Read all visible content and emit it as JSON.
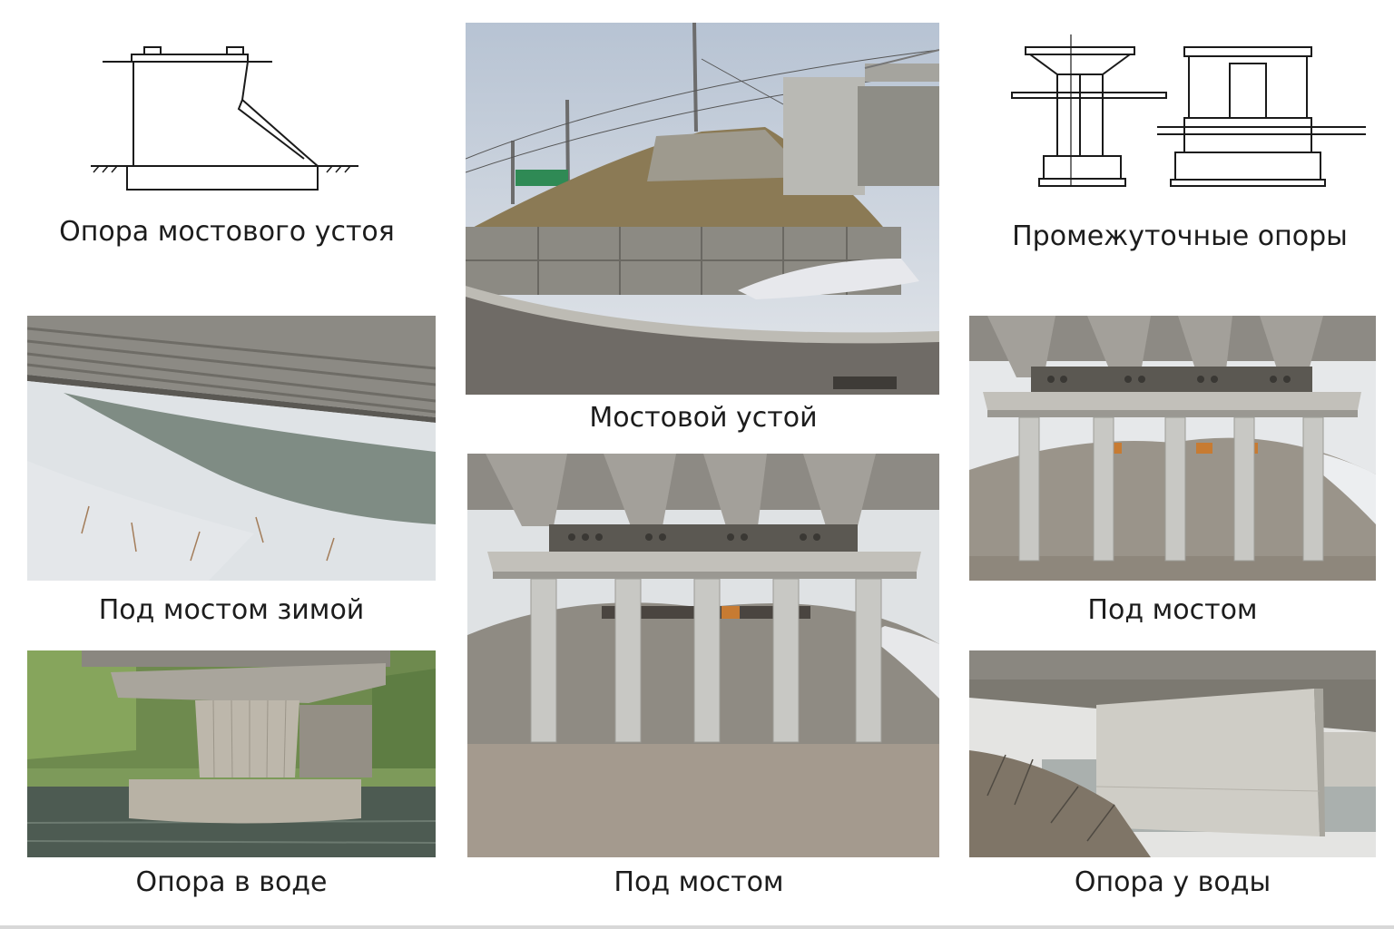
{
  "captions": {
    "abutment_drawing": "Опора мостового устоя",
    "intermediate_drawing": "Промежуточные опоры",
    "abutment_photo": "Мостовой устой",
    "winter_photo": "Под мостом зимой",
    "under_center": "Под мостом",
    "under_right": "Под мостом",
    "pier_water": "Опора в воде",
    "pier_near_water": "Опора у воды"
  }
}
